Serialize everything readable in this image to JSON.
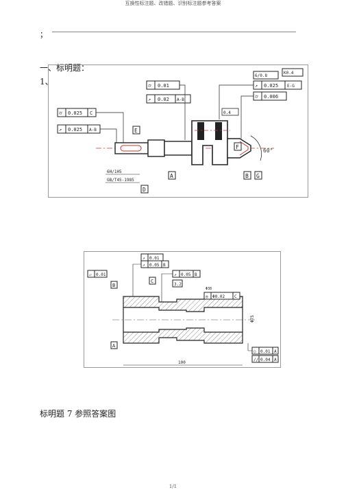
{
  "header": {
    "title": "互换性标注题、改错题、识别标注题参考答案"
  },
  "top_punct": "；",
  "section": {
    "heading": "一、标明题：",
    "item_number": "1、"
  },
  "figure1": {
    "tol_top_left_1": "0.025",
    "tol_top_left_2": "0.025",
    "tol_top_left_2_datum": "A-B",
    "tol_mid_1": "0.01",
    "tol_mid_2": "0.02",
    "tol_mid_2_datum": "A-B",
    "tol_right_1": "0.025",
    "tol_right_1_datum": "E-G",
    "tol_right_2": "0.006",
    "top_right_box_1": "6/0.8",
    "top_right_box_2": "K0.4",
    "right_side_label": "0.4",
    "angle": "60°",
    "datum_E": "E",
    "datum_A": "A",
    "datum_B": "B",
    "datum_F": "F",
    "datum_G": "G",
    "datum_D": "D",
    "keyway_label": "6H/1H5",
    "std_label": "GB/T45-1985"
  },
  "figure2": {
    "tol_top_1": "0.01",
    "tol_top_2": "0.05",
    "tol_top_2_datum": "B",
    "tol_mid": "0.05",
    "tol_mid_datum": "B",
    "flatness": "0.01",
    "datum_C": "C",
    "datum_B": "B",
    "datum_A": "A",
    "dim_small": "3.2",
    "bore_dim": "Φ0.02",
    "bore_datum": "C",
    "bore_upper_small": "Φ38",
    "right_dim": "Φ75",
    "tol_bottom_1": "0.01",
    "tol_bottom_1_datum": "A",
    "tol_bottom_2": "0.04",
    "tol_bottom_2_datum": "A",
    "length_dim": "100"
  },
  "caption": "标明题 7 参照答案图",
  "footer": "1/1"
}
